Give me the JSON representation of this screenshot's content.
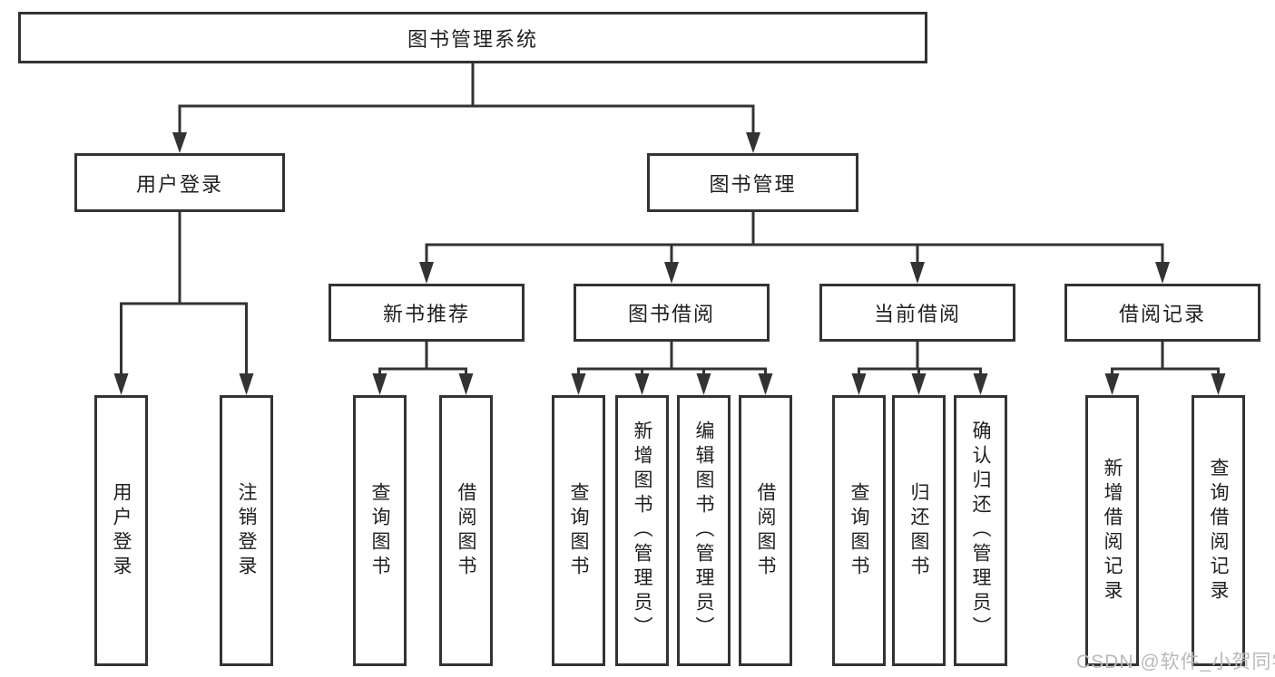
{
  "diagram": {
    "title": "图书管理系统",
    "root": {
      "label": "图书管理系统"
    },
    "level2": [
      {
        "label": "用户登录"
      },
      {
        "label": "图书管理"
      }
    ],
    "level3": [
      {
        "label": "新书推荐",
        "parent": "图书管理"
      },
      {
        "label": "图书借阅",
        "parent": "图书管理"
      },
      {
        "label": "当前借阅",
        "parent": "图书管理"
      },
      {
        "label": "借阅记录",
        "parent": "图书管理"
      }
    ],
    "leaves": [
      {
        "label": "用户登录",
        "parent": "用户登录"
      },
      {
        "label": "注销登录",
        "parent": "用户登录"
      },
      {
        "label": "查询图书",
        "parent": "新书推荐"
      },
      {
        "label": "借阅图书",
        "parent": "新书推荐"
      },
      {
        "label": "查询图书",
        "parent": "图书借阅"
      },
      {
        "label": "新增图书（管理员）",
        "parent": "图书借阅"
      },
      {
        "label": "编辑图书（管理员）",
        "parent": "图书借阅"
      },
      {
        "label": "借阅图书",
        "parent": "图书借阅"
      },
      {
        "label": "查询图书",
        "parent": "当前借阅"
      },
      {
        "label": "归还图书",
        "parent": "当前借阅"
      },
      {
        "label": "确认归还（管理员）",
        "parent": "当前借阅"
      },
      {
        "label": "新增借阅记录",
        "parent": "借阅记录"
      },
      {
        "label": "查询借阅记录",
        "parent": "借阅记录"
      }
    ]
  },
  "watermark": {
    "text": "CSDN @软件_小贺同学"
  },
  "colors": {
    "line": "#333333",
    "box_border": "#333333",
    "text": "#1f1f1f",
    "watermark": "#b9b9b9",
    "background": "#ffffff"
  }
}
